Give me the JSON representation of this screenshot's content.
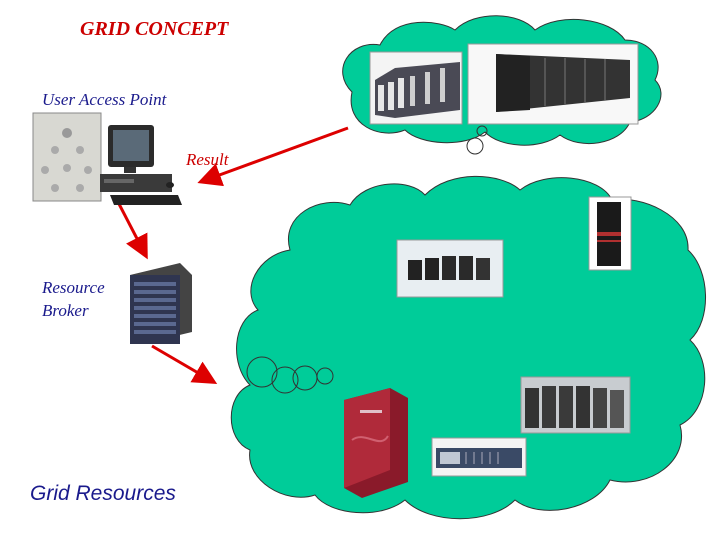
{
  "title": "GRID CONCEPT",
  "labels": {
    "user_access_point": "User Access Point",
    "result": "Result",
    "resource_broker_line1": "Resource",
    "resource_broker_line2": "Broker",
    "grid_resources": "Grid Resources"
  },
  "colors": {
    "cloud_fill": "#00cc99",
    "arrow": "#dd0000",
    "title": "#cc0000",
    "label": "#1a1a8c"
  },
  "icons": {
    "user_access_point": "desktop-computer-icon",
    "resource_broker": "server-tower-icon",
    "resources": [
      "rack-cluster-icon",
      "server-racks-icon",
      "datacenter-racks-icon",
      "mainframe-tower-icon",
      "server-room-icon",
      "red-server-tower-icon",
      "rackmount-server-icon"
    ]
  }
}
